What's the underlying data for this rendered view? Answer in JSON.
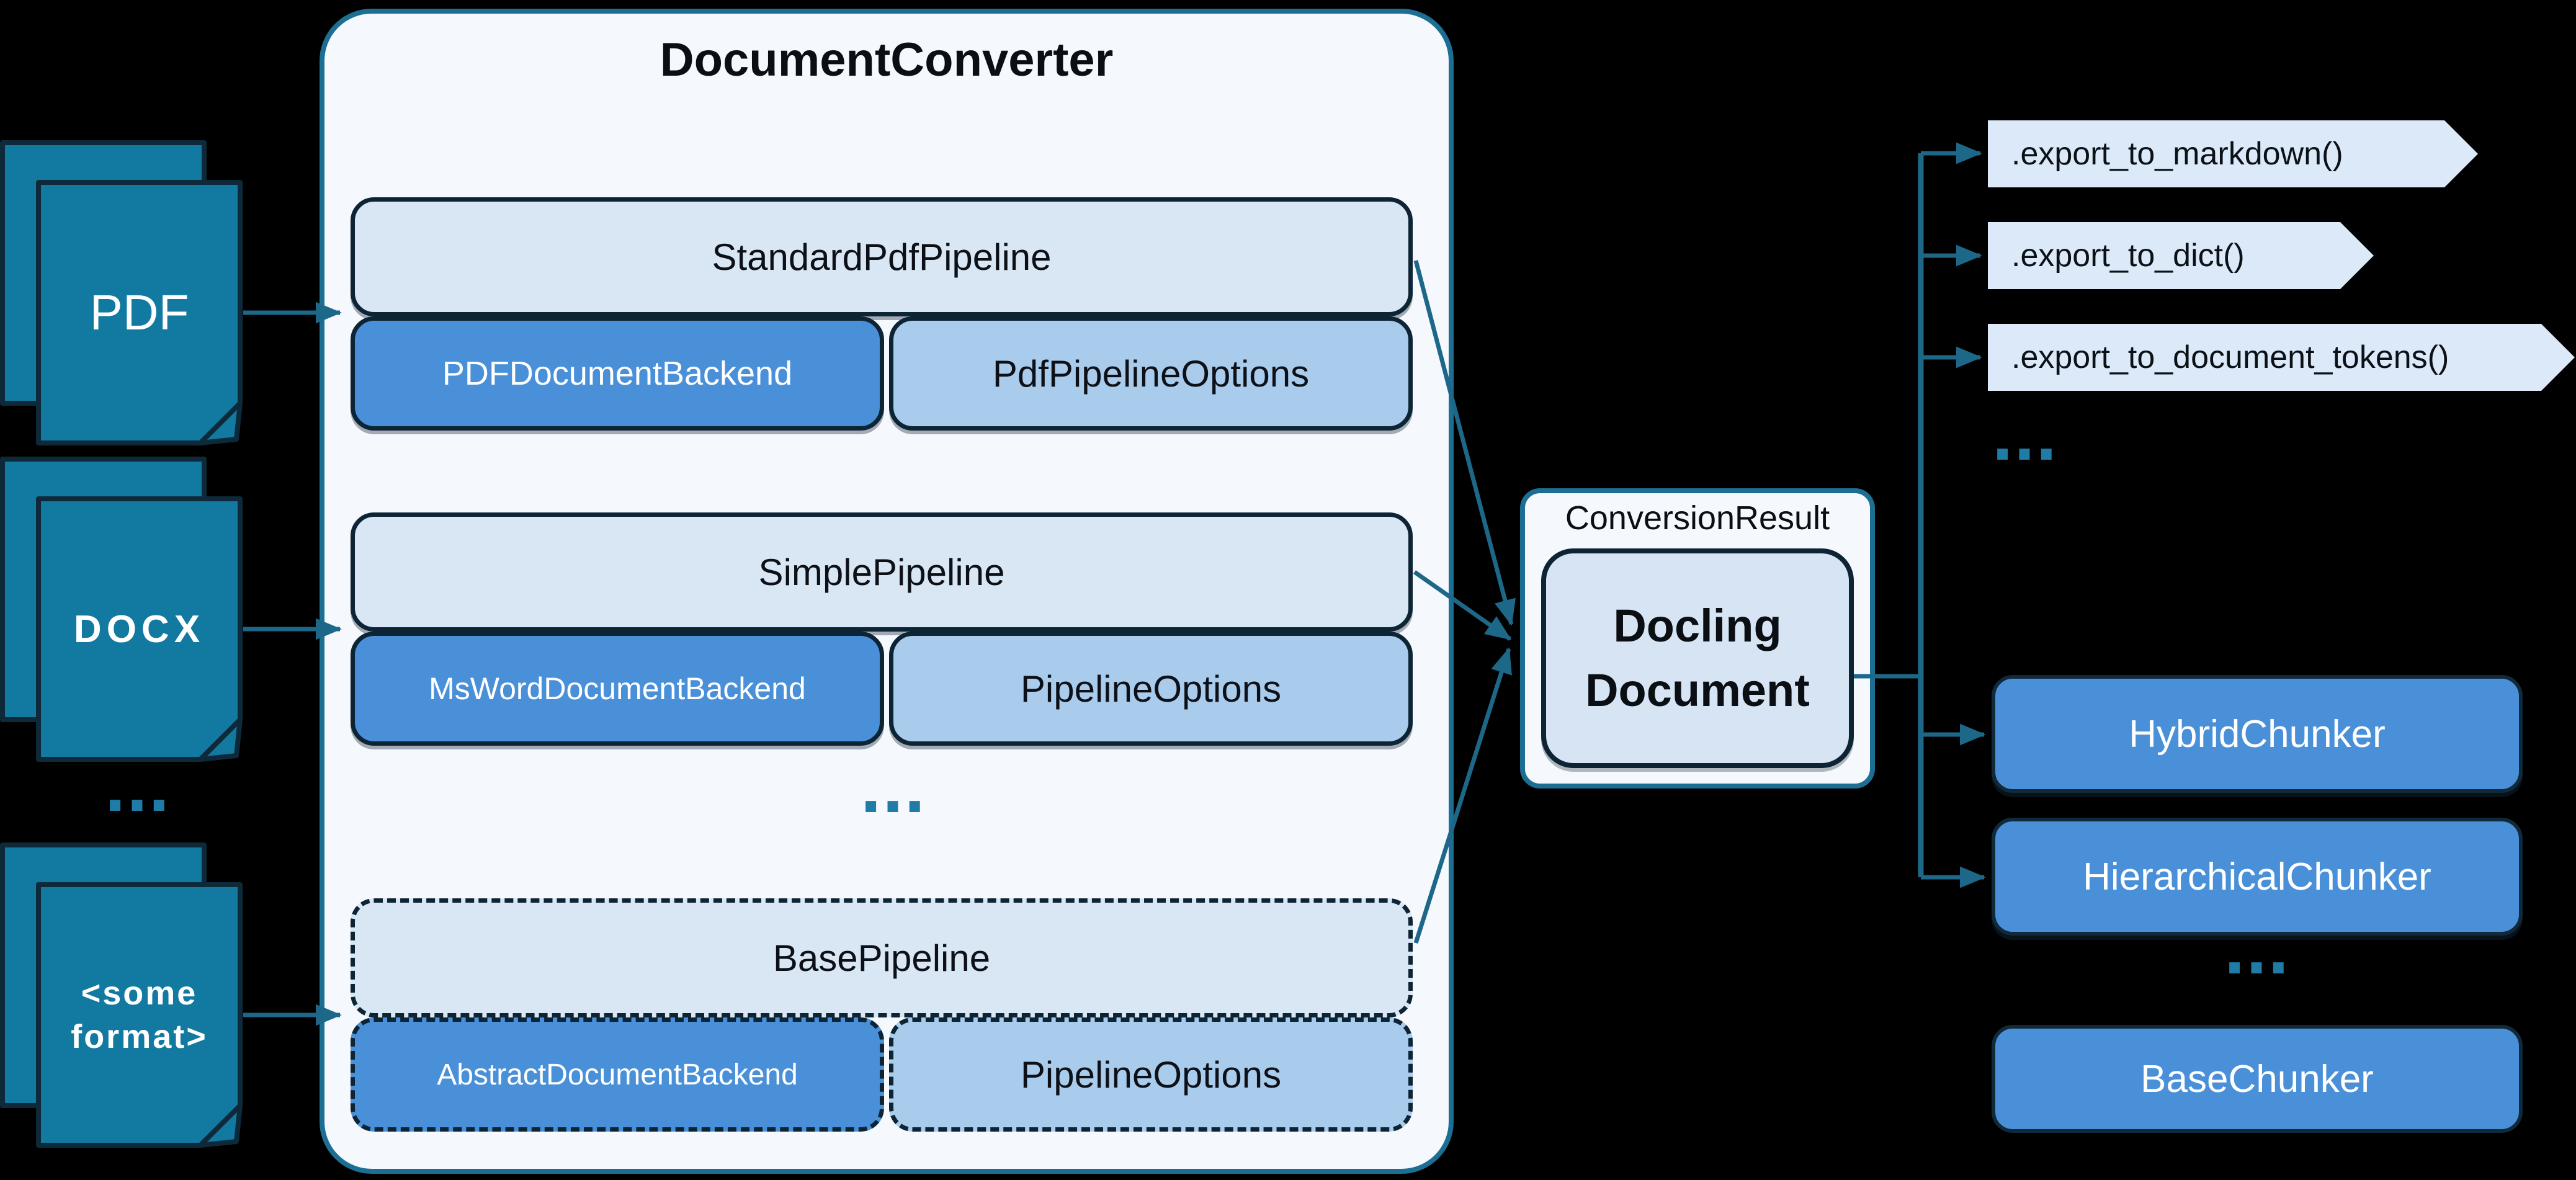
{
  "colors": {
    "background": "#000000",
    "accent_teal": "#1d6889",
    "container_fill": "#f5f8fd",
    "container_border": "#1d6e93",
    "box_light_fill": "#d9e7f5",
    "box_border_dark": "#0d2435",
    "backend_fill": "#4a90d9",
    "options_fill": "#a9cbec",
    "tag_fill": "#dbe9f8",
    "chunker_fill": "#4a90d9",
    "doc_icon_fill": "#1279a1",
    "dots": "#1f7ca6"
  },
  "inputs": {
    "pdf_label": "PDF",
    "docx_label": "DOCX",
    "ellipsis": "...",
    "other_line1": "<some",
    "other_line2": "format>"
  },
  "converter": {
    "title": "DocumentConverter",
    "ellipsis": "...",
    "pipelines": [
      {
        "name": "StandardPdfPipeline",
        "backend": "PDFDocumentBackend",
        "options": "PdfPipelineOptions"
      },
      {
        "name": "SimplePipeline",
        "backend": "MsWordDocumentBackend",
        "options": "PipelineOptions"
      },
      {
        "name": "BasePipeline",
        "backend": "AbstractDocumentBackend",
        "options": "PipelineOptions"
      }
    ]
  },
  "result": {
    "label": "ConversionResult",
    "document_line1": "Docling",
    "document_line2": "Document"
  },
  "exports": {
    "items": [
      ".export_to_markdown()",
      ".export_to_dict()",
      ".export_to_document_tokens()"
    ],
    "ellipsis": "..."
  },
  "chunkers": {
    "items": [
      "HybridChunker",
      "HierarchicalChunker",
      "BaseChunker"
    ],
    "ellipsis": "..."
  }
}
